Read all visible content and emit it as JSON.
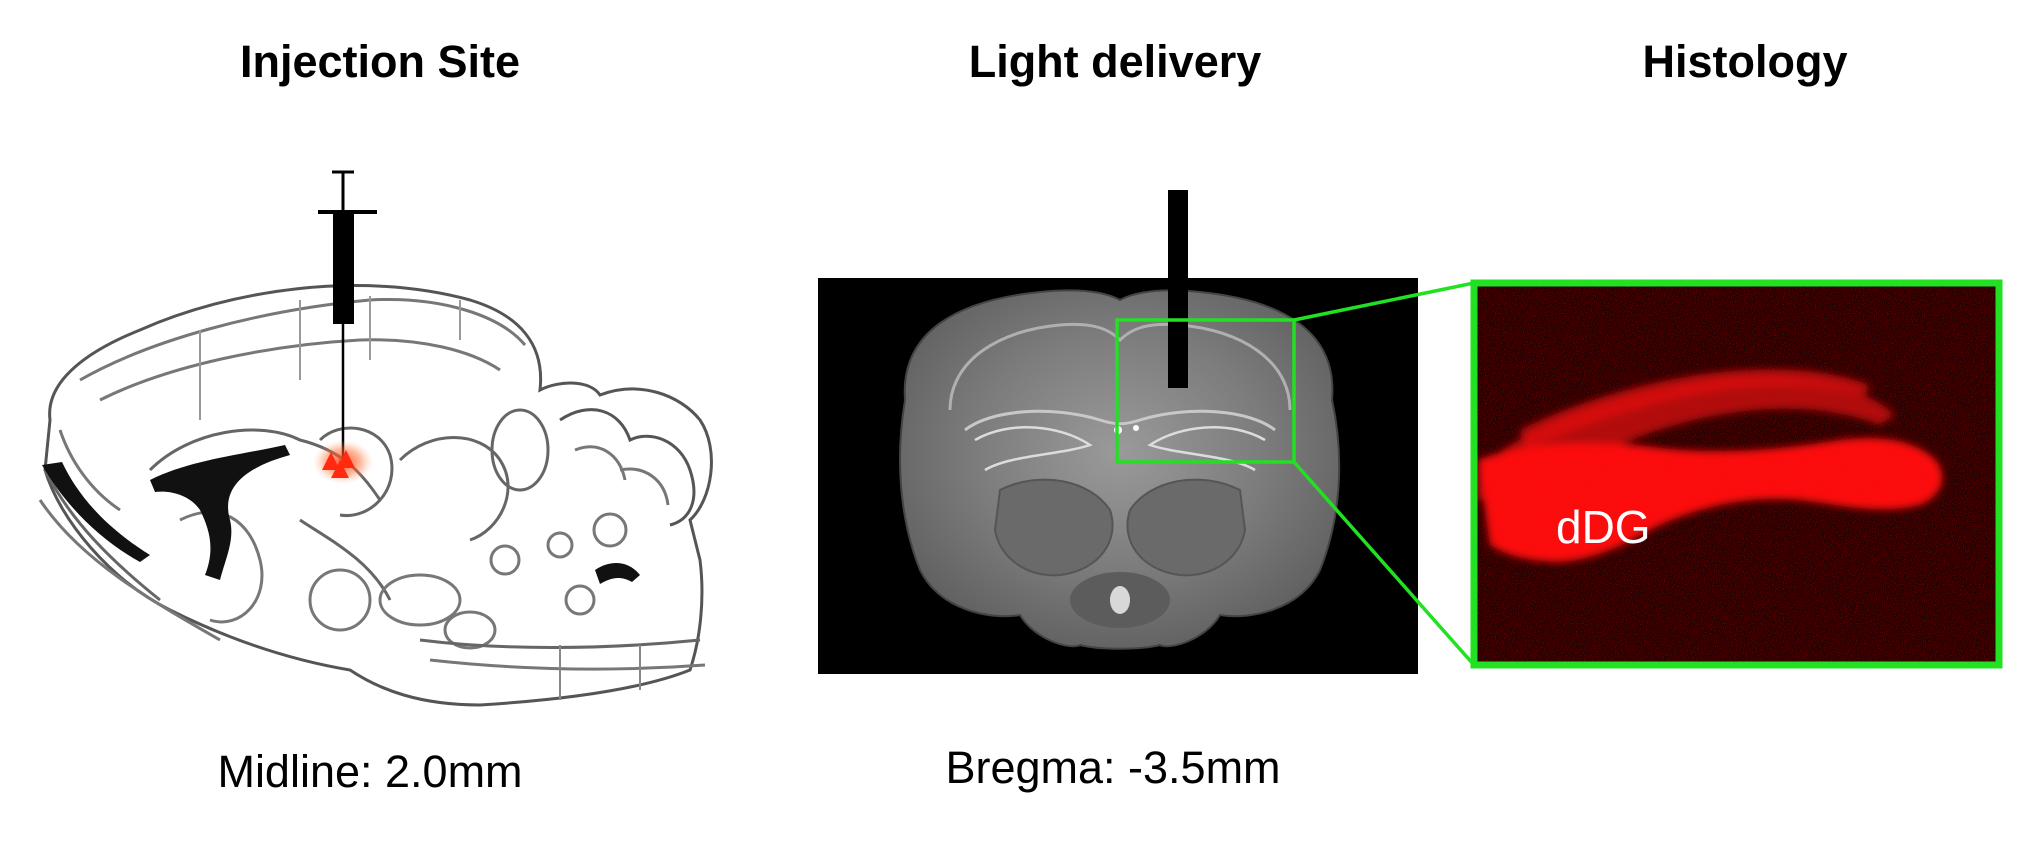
{
  "panels": {
    "injection": {
      "title": "Injection Site",
      "caption": "Midline: 2.0mm"
    },
    "light": {
      "title": "Light delivery",
      "caption": "Bregma: -3.5mm"
    },
    "histology": {
      "title": "Histology",
      "region_label": "dDG"
    }
  },
  "colors": {
    "inset_frame": "#22e022",
    "injection_marker": "#ff2a10",
    "fluorescence": "#ff0f0f",
    "mri_background": "#000000",
    "histology_background": "#1a0202"
  },
  "icons": {
    "syringe": "syringe-icon",
    "injection_marker": "injection-target-icon",
    "optic_fiber": "optic-fiber-icon"
  }
}
